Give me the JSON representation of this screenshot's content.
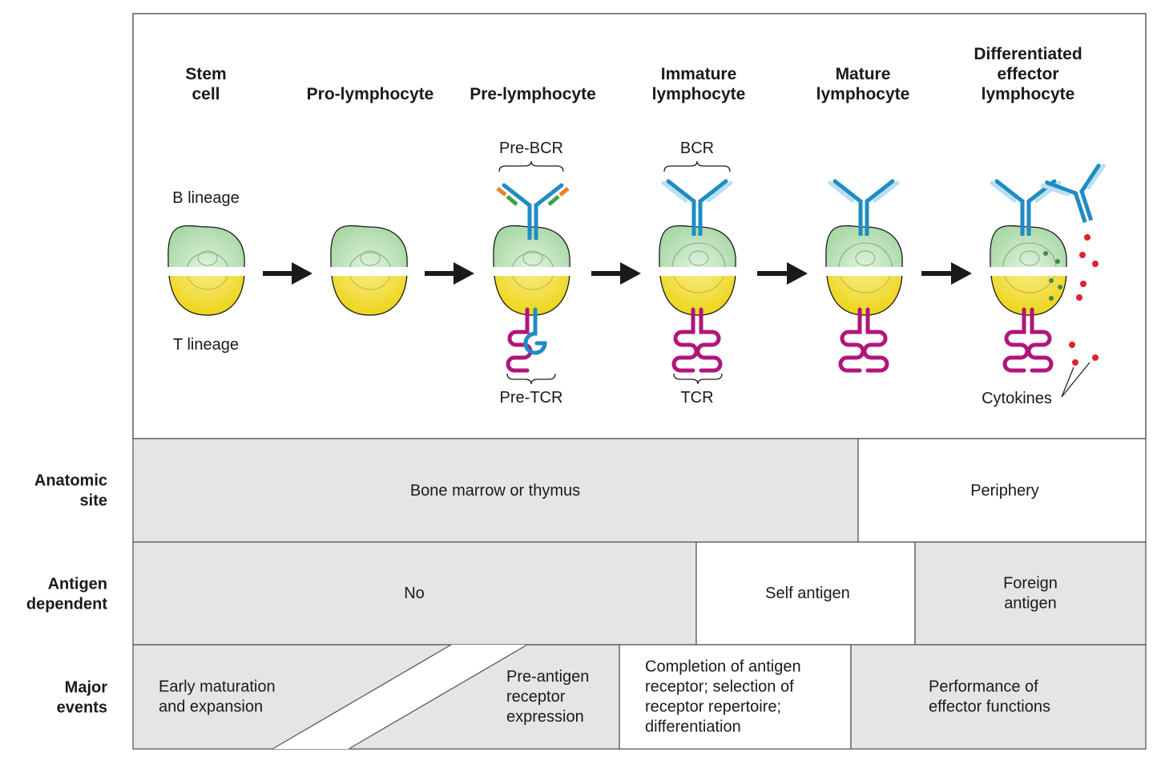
{
  "stages": [
    {
      "id": "stem",
      "lines": [
        "Stem",
        "cell"
      ]
    },
    {
      "id": "pro",
      "lines": [
        "Pro-lymphocyte"
      ]
    },
    {
      "id": "pre",
      "lines": [
        "Pre-lymphocyte"
      ]
    },
    {
      "id": "immature",
      "lines": [
        "Immature",
        "lymphocyte"
      ]
    },
    {
      "id": "mature",
      "lines": [
        "Mature",
        "lymphocyte"
      ]
    },
    {
      "id": "effector",
      "lines": [
        "Differentiated",
        "effector",
        "lymphocyte"
      ]
    }
  ],
  "labels": {
    "b_lineage": "B lineage",
    "t_lineage": "T lineage",
    "pre_bcr": "Pre-BCR",
    "pre_tcr": "Pre-TCR",
    "bcr": "BCR",
    "tcr": "TCR",
    "cytokines": "Cytokines"
  },
  "rows": {
    "anatomic_site": {
      "label": [
        "Anatomic",
        "site"
      ],
      "cells": [
        {
          "lines": [
            "Bone marrow or thymus"
          ],
          "shade": "gray"
        },
        {
          "lines": [
            "Periphery"
          ],
          "shade": "white"
        }
      ]
    },
    "antigen_dependent": {
      "label": [
        "Antigen",
        "dependent"
      ],
      "cells": [
        {
          "lines": [
            "No"
          ],
          "shade": "gray"
        },
        {
          "lines": [
            "Self antigen"
          ],
          "shade": "white"
        },
        {
          "lines": [
            "Foreign",
            "antigen"
          ],
          "shade": "gray"
        }
      ]
    },
    "major_events": {
      "label": [
        "Major",
        "events"
      ],
      "cells": [
        {
          "lines": [
            "Early maturation",
            "and expansion"
          ],
          "shade": "gray"
        },
        {
          "lines": [
            "Pre-antigen",
            "receptor",
            "expression"
          ],
          "shade": "gray"
        },
        {
          "lines": [
            "Completion of antigen",
            "receptor; selection of",
            "receptor repertoire;",
            "differentiation"
          ],
          "shade": "white"
        },
        {
          "lines": [
            "Performance of",
            "effector functions"
          ],
          "shade": "gray"
        }
      ]
    }
  },
  "colors": {
    "b_cell_top": "#c9e8c6",
    "t_cell_bottom": "#f3e01c",
    "bcr_heavy": "#1f8cc4",
    "bcr_light": "#b9dff0",
    "tcr": "#b0157a",
    "pre_bcr_orange": "#e8822a",
    "pre_bcr_green": "#3aa24a",
    "cytokine": "#e0202a",
    "granule": "#3f8a52",
    "table_gray": "#e4e5e6",
    "border": "#5a5a5a"
  }
}
